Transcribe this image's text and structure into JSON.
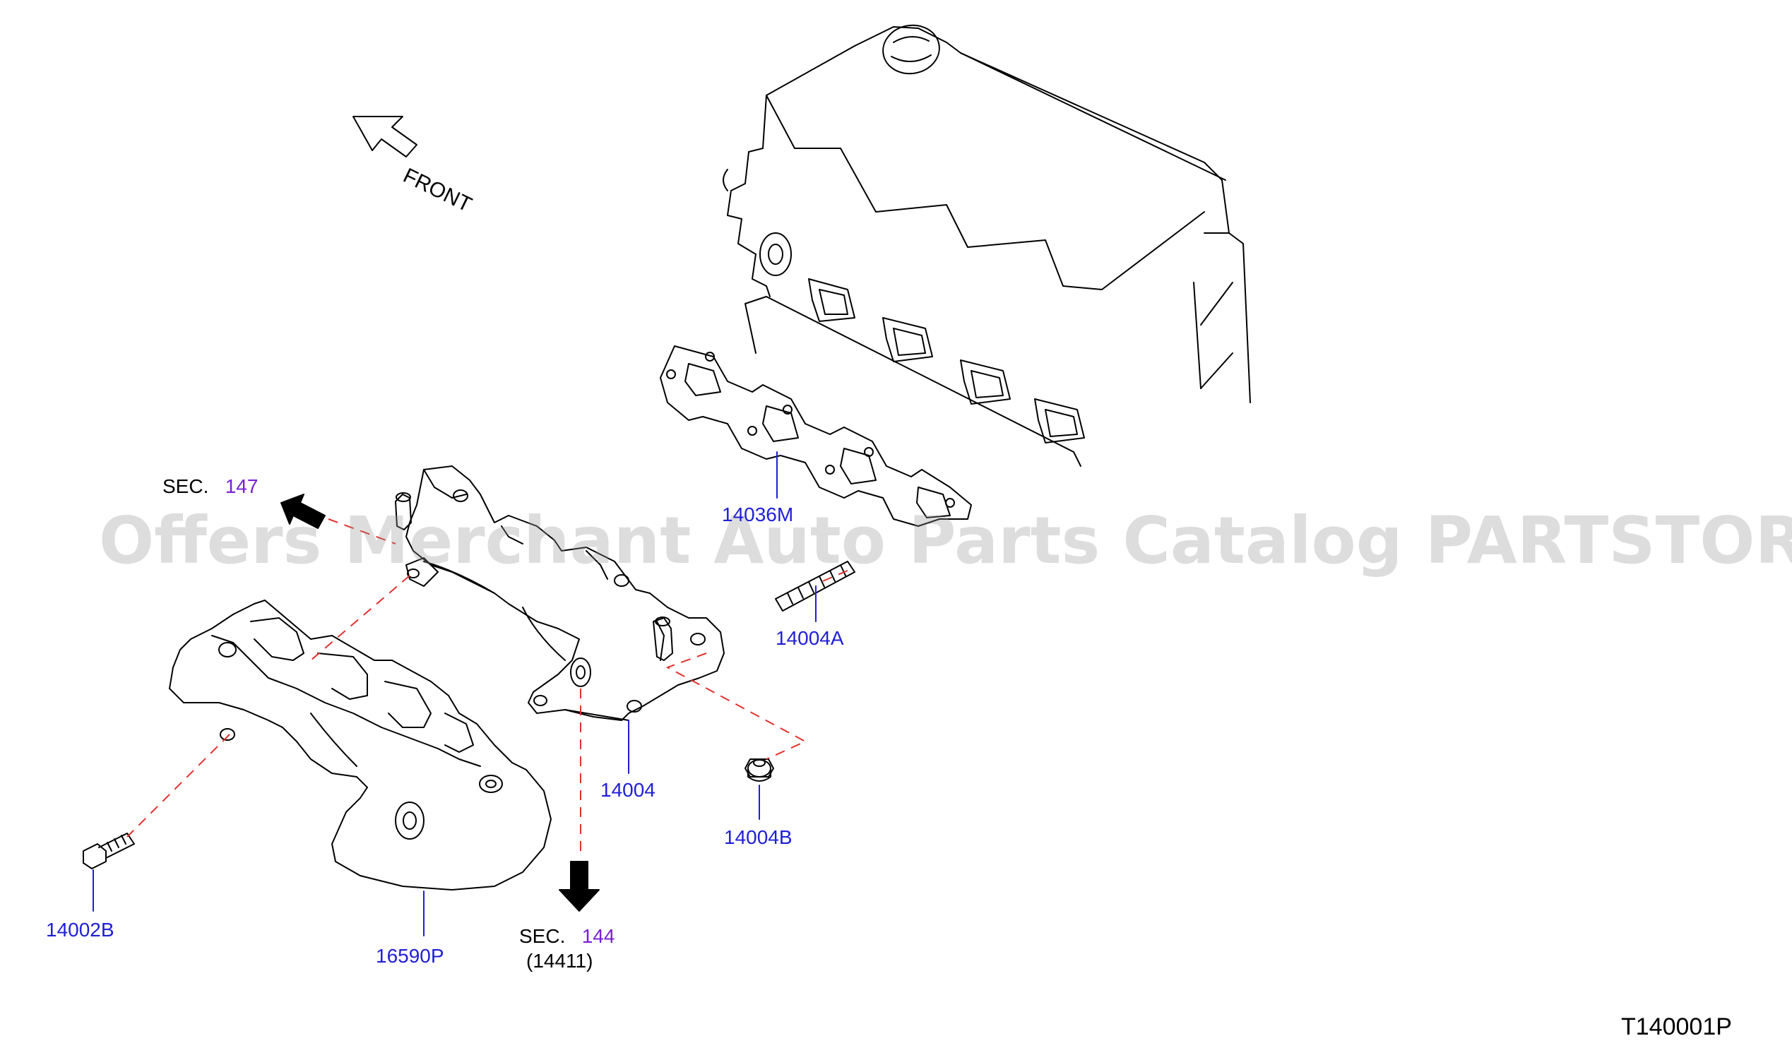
{
  "diagram": {
    "watermark": "Offers Merchant Auto Parts Catalog PARTSTORE.SA",
    "front_label": "FRONT",
    "diagram_code": "T140001P",
    "parts": {
      "p14036m": "14036M",
      "p14004a": "14004A",
      "p14004": "14004",
      "p14004b": "14004B",
      "p14002b": "14002B",
      "p16590p": "16590P"
    },
    "sections": {
      "sec147": {
        "prefix": "SEC.",
        "number": "147"
      },
      "sec144": {
        "prefix": "SEC.",
        "number": "144",
        "sub": "(14411)"
      }
    },
    "colors": {
      "part_label": "#1f1fd6",
      "section_number": "#7a1fd6",
      "leader_dashed": "#e0322e",
      "linework": "#000000"
    }
  }
}
